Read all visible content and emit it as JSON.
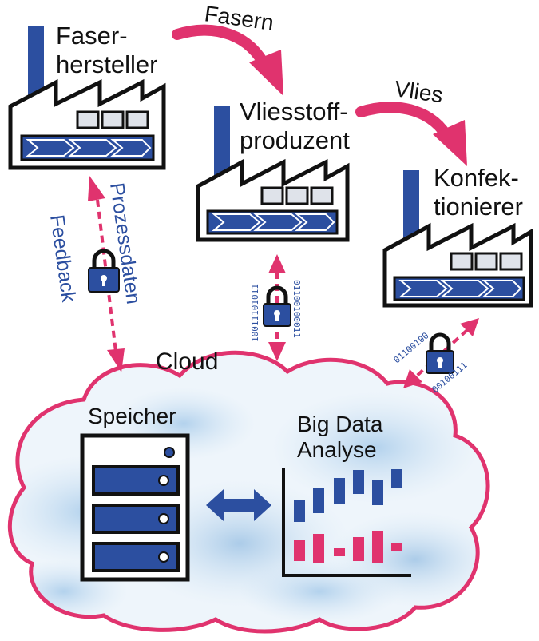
{
  "factories": {
    "faserhersteller": {
      "line1": "Faser-",
      "line2": "hersteller"
    },
    "vliesstoff": {
      "line1": "Vliesstoff-",
      "line2": "produzent"
    },
    "konfektionierer": {
      "line1": "Konfek-",
      "line2": "tionierer"
    }
  },
  "flows": {
    "fasern": "Fasern",
    "vlies": "Vlies"
  },
  "links": {
    "prozessdaten": "Prozessdaten",
    "feedback": "Feedback",
    "bin_mid_left": "10011101011",
    "bin_mid_right": "01100100011",
    "bin_right_top": "01100100",
    "bin_right_bottom": "00100111"
  },
  "cloud": {
    "label": "Cloud",
    "speicher": "Speicher",
    "analyse_line1": "Big Data",
    "analyse_line2": "Analyse"
  },
  "colors": {
    "blue": "#2c4fa0",
    "magenta": "#e0336e",
    "black": "#111111"
  }
}
